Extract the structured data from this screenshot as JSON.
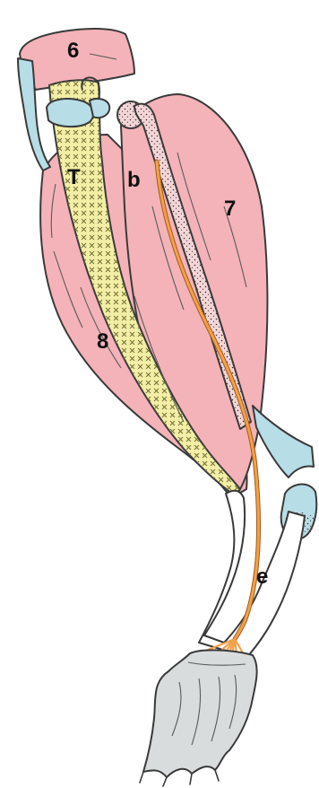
{
  "colors": {
    "muscle": "#f4b3b8",
    "muscle_dark": "#e89aa2",
    "tendon_blue": "#b7dde6",
    "bone_yellow": "#f2eea6",
    "nerve_orange": "#f2a14b",
    "nerve_stroke": "#a25c17",
    "forearm_white": "#ffffff",
    "hoof_gray": "#d9dcdc",
    "dot_bone": "#f2d6d8",
    "outline": "#3a3a3a"
  },
  "labels": {
    "muscle_6": "6",
    "bone_T": "T",
    "region_b": "b",
    "muscle_7": "7",
    "muscle_8": "8",
    "region_e": "e"
  },
  "icons": {
    "limb": "anatomical-limb-illustration"
  }
}
